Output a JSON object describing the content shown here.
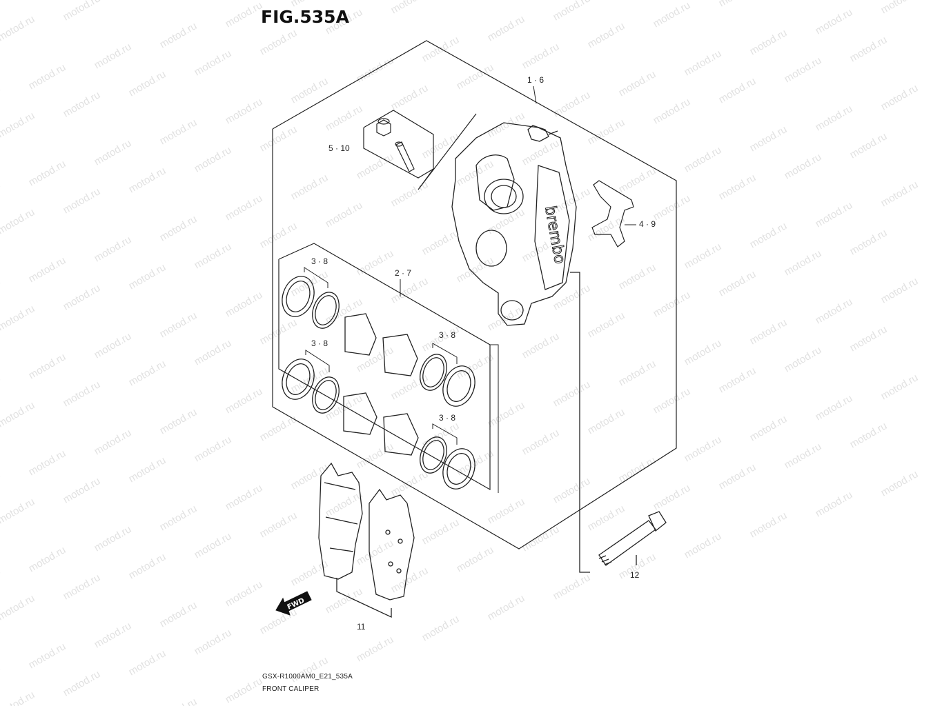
{
  "figure": {
    "title": "FIG.535A"
  },
  "parts": [
    {
      "id": "p16",
      "label": "1 · 6"
    },
    {
      "id": "p510",
      "label": "5 · 10"
    },
    {
      "id": "p49",
      "label": "4 · 9"
    },
    {
      "id": "p27",
      "label": "2 · 7"
    },
    {
      "id": "p38a",
      "label": "3 · 8"
    },
    {
      "id": "p38b",
      "label": "3 · 8"
    },
    {
      "id": "p38c",
      "label": "3 · 8"
    },
    {
      "id": "p38d",
      "label": "3 · 8"
    },
    {
      "id": "p12",
      "label": "12"
    },
    {
      "id": "p11",
      "label": "11"
    }
  ],
  "caliper": {
    "brand_text": "brembo"
  },
  "fwd_arrow": {
    "label": "FWD"
  },
  "watermark": {
    "text": "motod.ru"
  },
  "footer": {
    "code": "GSX-R1000AM0_E21_535A",
    "caption": "FRONT CALIPER"
  }
}
